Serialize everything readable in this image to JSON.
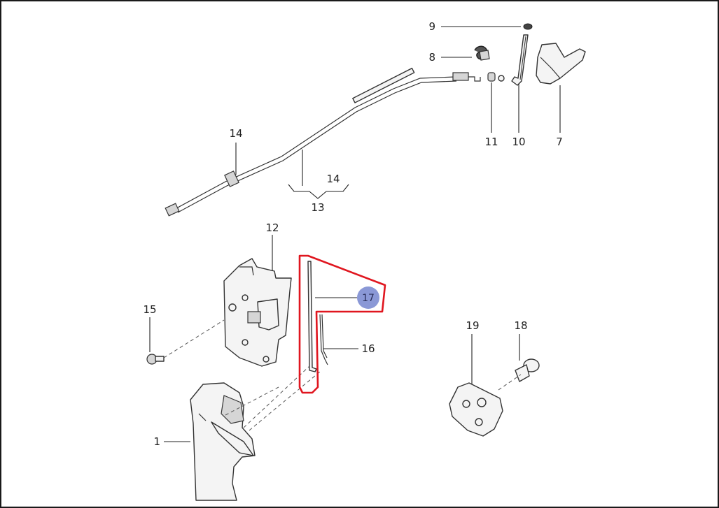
{
  "labels": {
    "p1": "1",
    "p7": "7",
    "p8": "8",
    "p9": "9",
    "p10": "10",
    "p11": "11",
    "p12": "12",
    "p13": "13",
    "p14a": "14",
    "p14b": "14",
    "p15": "15",
    "p16": "16",
    "p17": "17",
    "p18": "18",
    "p19": "19"
  },
  "colors": {
    "highlight": "#e0161f",
    "callout": "#8a98d6",
    "line": "#333333"
  }
}
